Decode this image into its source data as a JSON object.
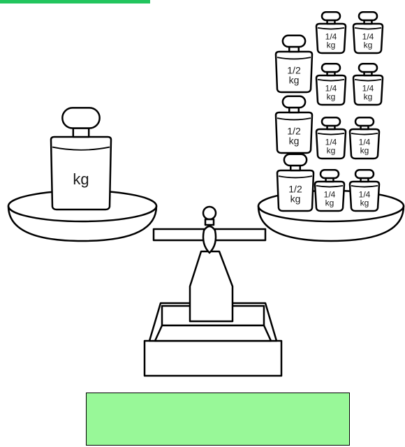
{
  "colors": {
    "top_strip": "#22c55e",
    "answer_box": "#98f898",
    "ink": "#000000"
  },
  "left_pan": {
    "weights": [
      {
        "id": "kg",
        "label": "kg"
      }
    ]
  },
  "right_pan": {
    "weights": [
      {
        "id": "q1",
        "num": "1/4",
        "unit": "kg"
      },
      {
        "id": "q2",
        "num": "1/4",
        "unit": "kg"
      },
      {
        "id": "h1",
        "num": "1/2",
        "unit": "kg"
      },
      {
        "id": "q3",
        "num": "1/4",
        "unit": "kg"
      },
      {
        "id": "q4",
        "num": "1/4",
        "unit": "kg"
      },
      {
        "id": "h2",
        "num": "1/2",
        "unit": "kg"
      },
      {
        "id": "q5",
        "num": "1/4",
        "unit": "kg"
      },
      {
        "id": "q6",
        "num": "1/4",
        "unit": "kg"
      },
      {
        "id": "h3",
        "num": "1/2",
        "unit": "kg"
      },
      {
        "id": "q7",
        "num": "1/4",
        "unit": "kg"
      },
      {
        "id": "q8",
        "num": "1/4",
        "unit": "kg"
      }
    ]
  },
  "answer": {
    "value": ""
  }
}
